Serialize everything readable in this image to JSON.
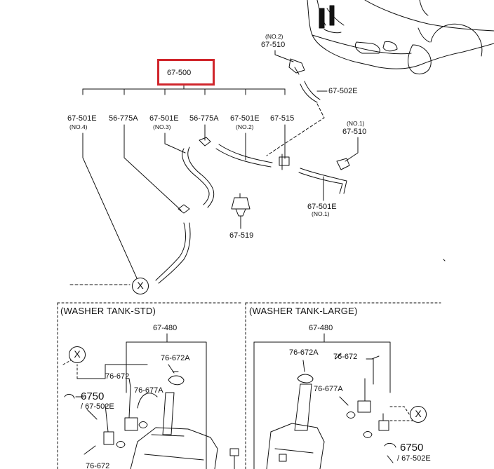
{
  "highlight_color": "#d0252b",
  "parts": {
    "p67_500": "67-500",
    "p67_510_no2": "67-510",
    "no2_top": "(NO.2)",
    "p67_502E_top": "67-502E",
    "p67_501E_no4": "67-501E",
    "no4": "(NO.4)",
    "p56_775A_a": "56-775A",
    "p67_501E_no3": "67-501E",
    "no3": "(NO.3)",
    "p56_775A_b": "56-775A",
    "p67_501E_no2": "67-501E",
    "no2_mid": "(NO.2)",
    "p67_515": "67-515",
    "no1_right": "(NO.1)",
    "p67_510_no1": "67-510",
    "p67_501E_no1": "67-501E",
    "no1_bottom": "(NO.1)",
    "p67_519": "67-519",
    "x_marker": "X"
  },
  "washer_std": {
    "header": "(WASHER TANK-STD)",
    "p67_480": "67-480",
    "p76_672A": "76-672A",
    "p76_672": "76-672",
    "p76_677A": "76-677A",
    "p6750": "6750",
    "p67_502E": "/ 67-502E",
    "p76_672_bottom": "76-672",
    "x_marker": "X"
  },
  "washer_large": {
    "header": "(WASHER TANK-LARGE)",
    "p67_480": "67-480",
    "p76_672A": "76-672A",
    "p76_672": "76-672",
    "p76_677A": "76-677A",
    "p6750": "6750",
    "p67_502E": "/ 67-502E",
    "x_marker": "X"
  }
}
